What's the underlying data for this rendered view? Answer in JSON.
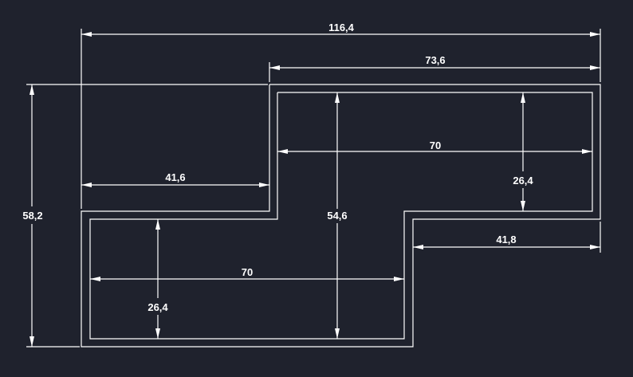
{
  "drawing": {
    "dimensions": {
      "overall_width": "116,4",
      "upper_width": "73,6",
      "upper_inner_width": "70",
      "upper_inner_height": "26,4",
      "overall_inner_height": "54,6",
      "right_step_width": "41,8",
      "left_step_width": "41,6",
      "overall_height": "58,2",
      "lower_inner_width": "70",
      "lower_inner_height": "26,4"
    },
    "colors": {
      "background": "#1f222d",
      "lines": "#ffffff"
    }
  }
}
